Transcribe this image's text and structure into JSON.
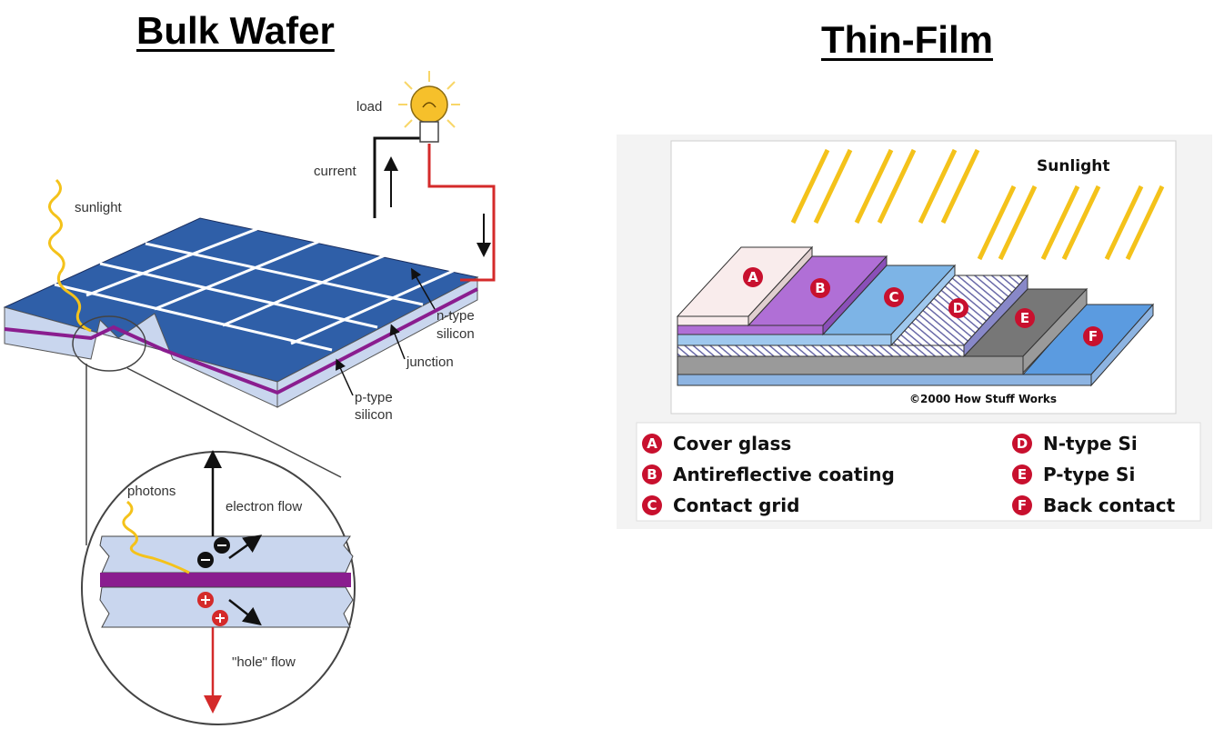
{
  "bulk": {
    "title": "Bulk Wafer",
    "labels": {
      "load": "load",
      "current": "current",
      "sunlight": "sunlight",
      "n_type_1": "n-type",
      "n_type_2": "silicon",
      "junction": "junction",
      "p_type_1": "p-type",
      "p_type_2": "silicon",
      "photons": "photons",
      "electron_flow": "electron flow",
      "hole_flow": "\"hole\" flow"
    }
  },
  "thin": {
    "title": "Thin-Film",
    "sunlight": "Sunlight",
    "copyright": "©2000 How Stuff Works",
    "layers": [
      {
        "letter": "A",
        "name": "Cover glass"
      },
      {
        "letter": "B",
        "name": "Antireflective coating"
      },
      {
        "letter": "C",
        "name": "Contact grid"
      },
      {
        "letter": "D",
        "name": "N-type Si"
      },
      {
        "letter": "E",
        "name": "P-type Si"
      },
      {
        "letter": "F",
        "name": "Back contact"
      }
    ]
  },
  "colors": {
    "panel_blue": "#2f5fa8",
    "junction_purple": "#8a1d8f",
    "wafer_light": "#c9d6ee",
    "wire_red": "#d42a2a",
    "ray_yellow": "#f4c21a",
    "badge_red": "#c8102e"
  }
}
